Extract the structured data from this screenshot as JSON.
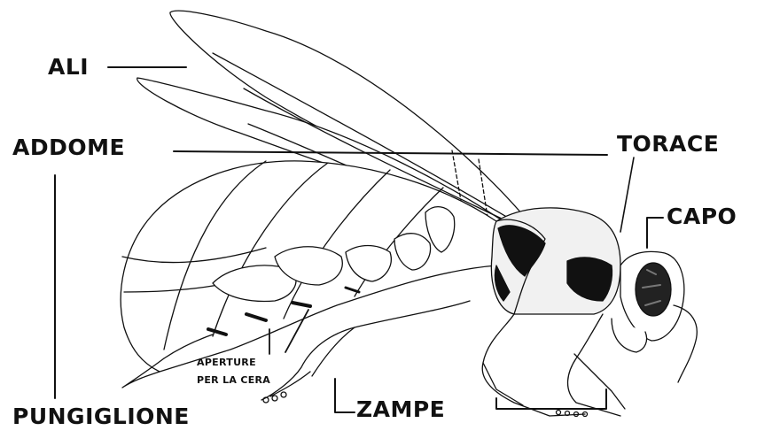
{
  "labels": {
    "ali": "ALI",
    "addome": "ADDOME",
    "torace": "TORACE",
    "capo": "CAPO",
    "pungiglione": "PUNGIGLIONE",
    "zampe": "ZAMPE",
    "aperture_line1": "APERTURE",
    "aperture_line2": "PER LA CERA"
  },
  "colors": {
    "ink": "#111111",
    "paper": "#ffffff",
    "shade": "#f1f1f1"
  }
}
